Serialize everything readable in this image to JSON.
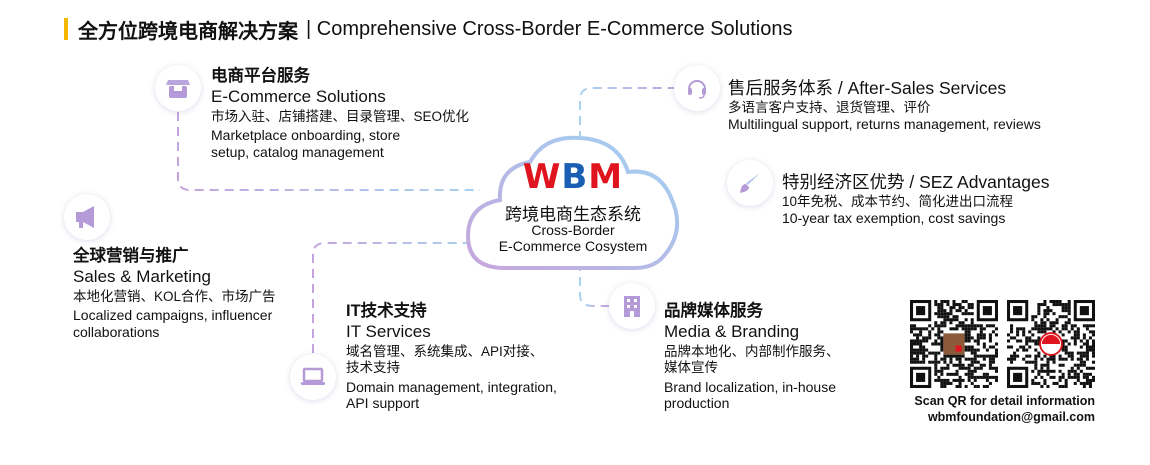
{
  "header": {
    "title_cn": "全方位跨境电商解决方案",
    "title_en": "| Comprehensive Cross-Border E-Commerce Solutions"
  },
  "center": {
    "logo": "WBM",
    "title_cn": "跨境电商生态系统",
    "title_en_1": "Cross-Border",
    "title_en_2": "E-Commerce Cosystem"
  },
  "nodes": {
    "ecommerce": {
      "icon": "storefront-icon",
      "title_cn": "电商平台服务",
      "title_en": "E-Commerce Solutions",
      "desc_cn": "市场入驻、店铺搭建、目录管理、SEO优化",
      "desc_en_1": "Marketplace onboarding, store",
      "desc_en_2": "setup, catalog management"
    },
    "marketing": {
      "icon": "megaphone-icon",
      "title_cn": "全球营销与推广",
      "title_en": "Sales & Marketing",
      "desc_cn": "本地化营销、KOL合作、市场广告",
      "desc_en_1": "Localized campaigns, influencer",
      "desc_en_2": "collaborations"
    },
    "it": {
      "icon": "laptop-icon",
      "title_cn": "IT技术支持",
      "title_en": "IT Services",
      "desc_cn_1": "域名管理、系统集成、API对接、",
      "desc_cn_2": "技术支持",
      "desc_en_1": "Domain management, integration,",
      "desc_en_2": "API support"
    },
    "aftersales": {
      "icon": "headset-icon",
      "heading": "售后服务体系 / After-Sales Services",
      "desc_cn": "多语言客户支持、退货管理、评价",
      "desc_en": "Multilingual support, returns management, reviews"
    },
    "sez": {
      "icon": "brush-icon",
      "heading": "特别经济区优势 / SEZ Advantages",
      "desc_cn": "10年免税、成本节约、简化进出口流程",
      "desc_en": "10-year tax exemption, cost savings"
    },
    "media": {
      "icon": "building-icon",
      "title_cn": "品牌媒体服务",
      "title_en": "Media & Branding",
      "desc_cn_1": "品牌本地化、内部制作服务、",
      "desc_cn_2": "媒体宣传",
      "desc_en_1": "Brand localization, in-house",
      "desc_en_2": "production"
    }
  },
  "contact": {
    "scan_text": "Scan QR for detail information",
    "email": "wbmfoundation@gmail.com"
  },
  "colors": {
    "accent": "#f5b800",
    "purple": "#b49ad6",
    "blue": "#9fd0f0",
    "wbm_red": "#e0141e",
    "wbm_blue": "#1a5fb4"
  }
}
